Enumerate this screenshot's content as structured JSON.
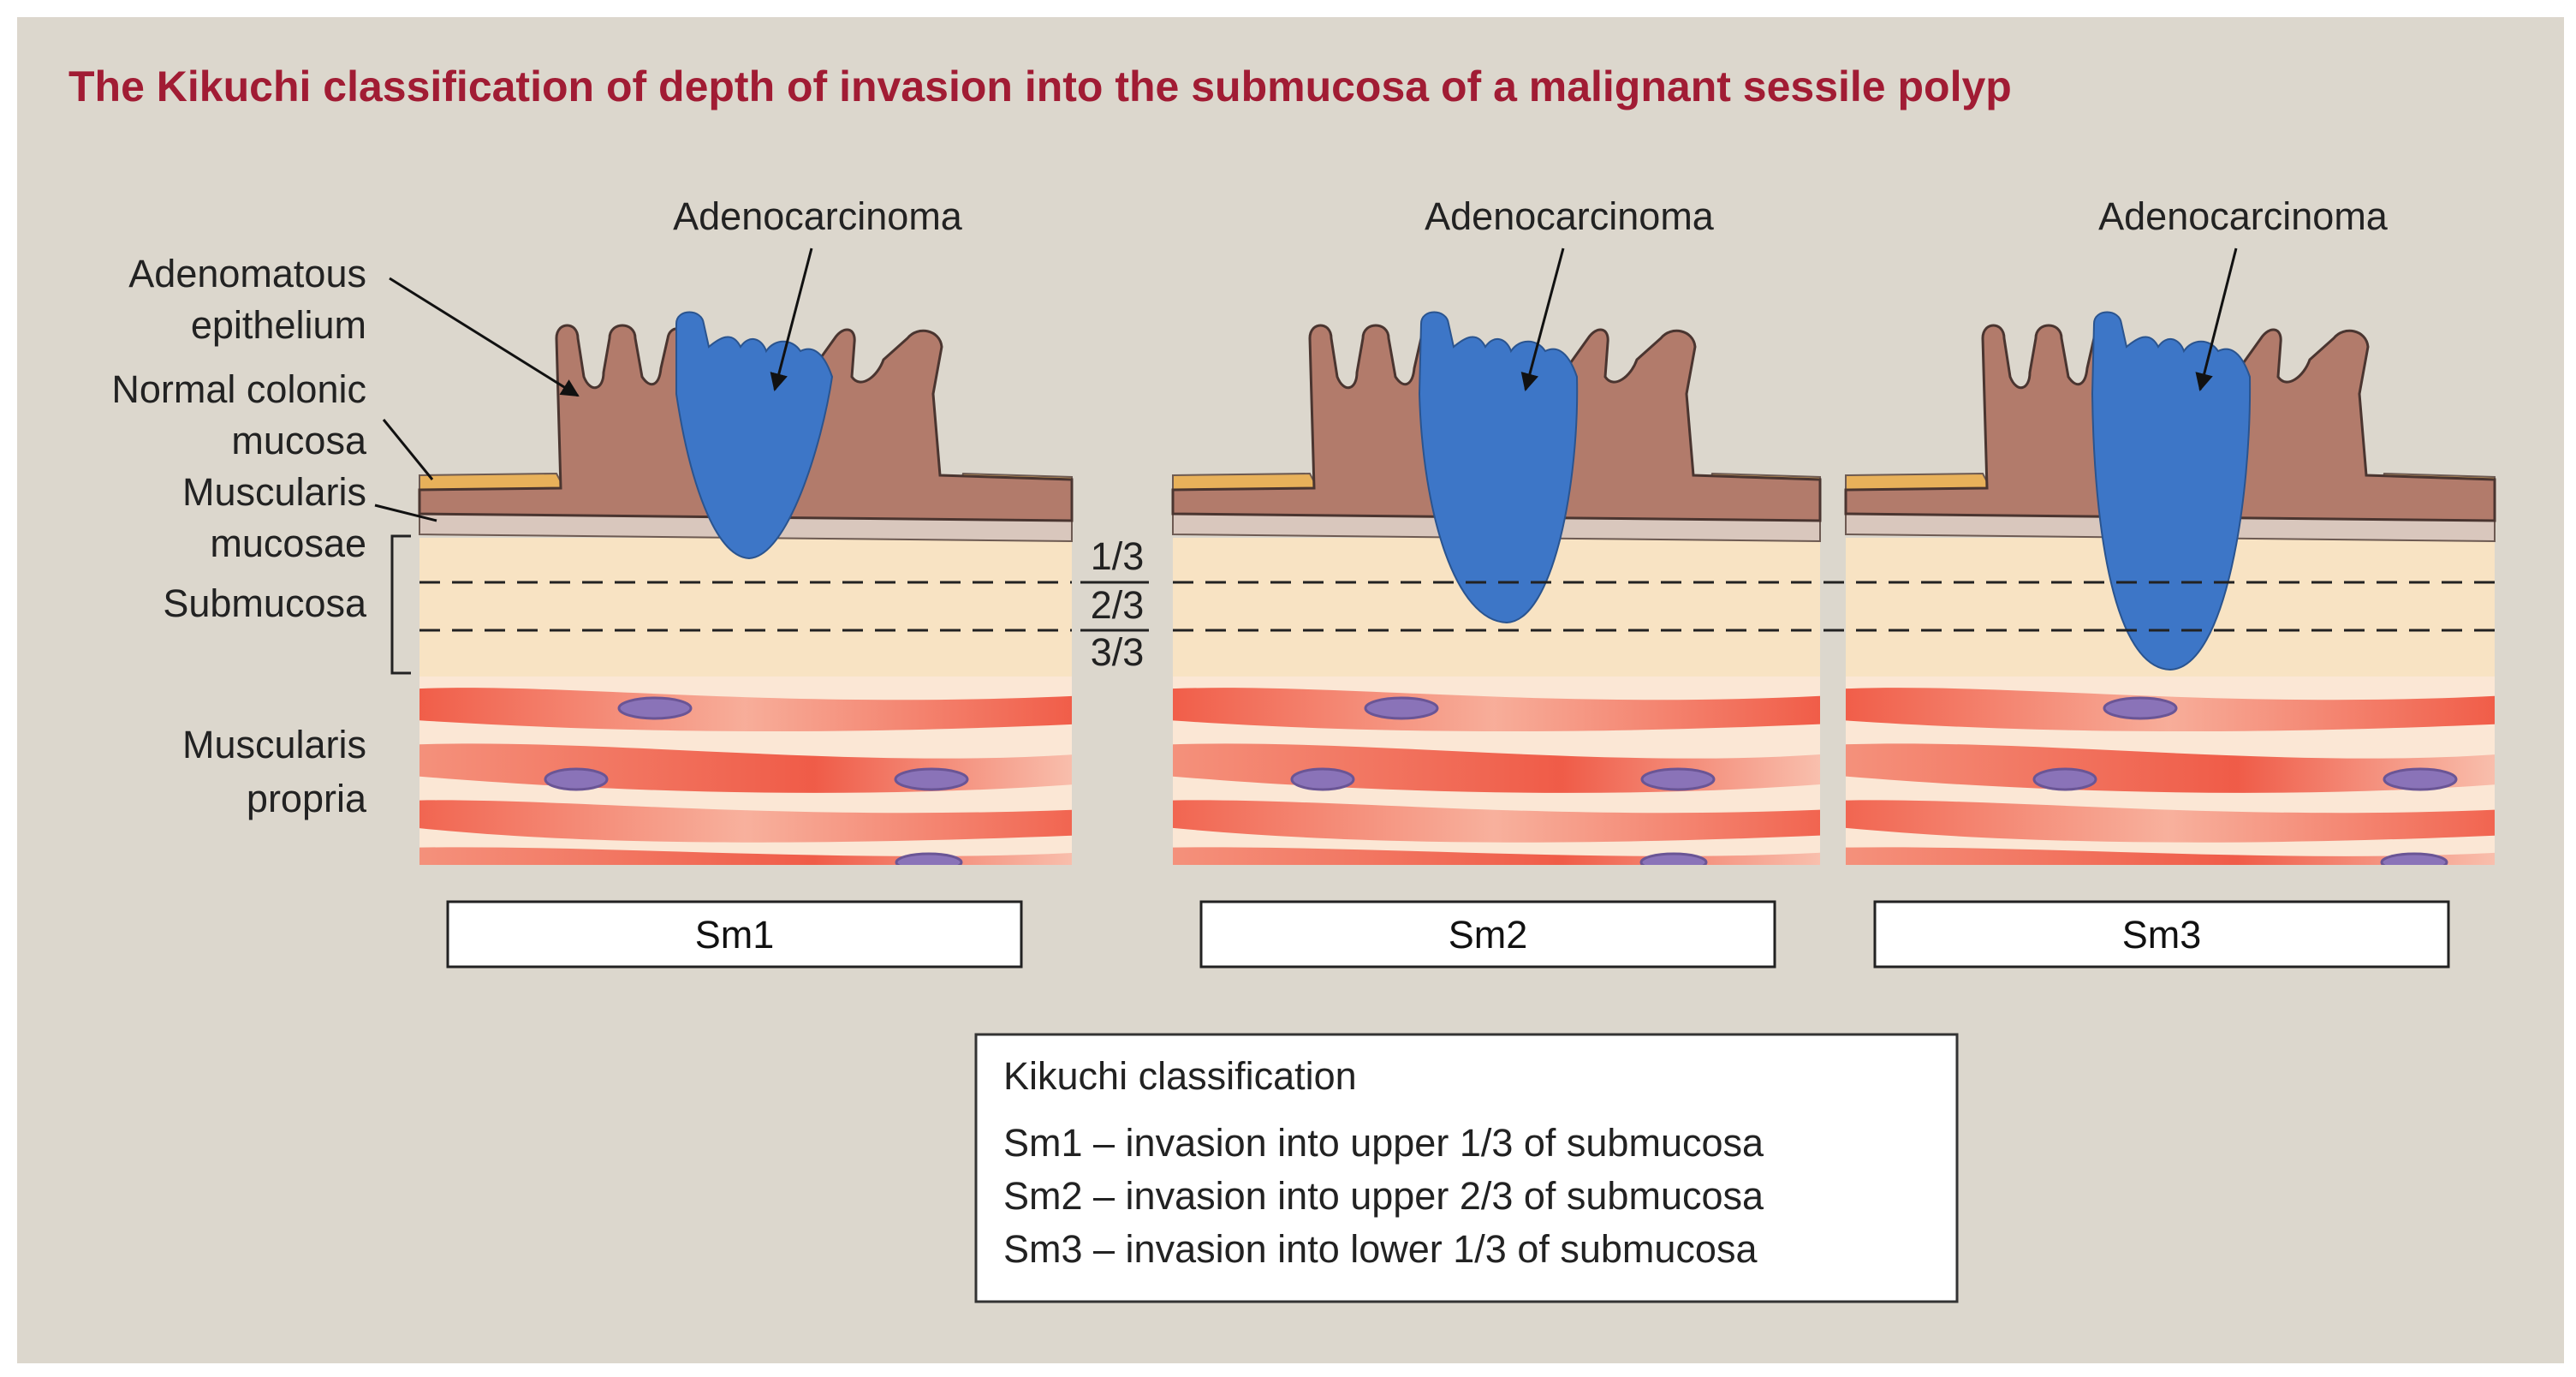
{
  "title": "The Kikuchi classification of depth of invasion into the submucosa of a malignant sessile polyp",
  "colors": {
    "background": "#dcd7cd",
    "title": "#a11c34",
    "adenoma": "#b27b6b",
    "adenocarcinoma": "#3d76c7",
    "normal_mucosa": "#e8b15a",
    "muscularis_mucosae": "#d9c7bd",
    "submucosa": "#f8e3c3",
    "muscle_fiber": "#ef5a45",
    "muscle_light": "#fbe7d5",
    "nucleus": "#8a73b8"
  },
  "labels": {
    "adenomatous_1": "Adenomatous",
    "adenomatous_2": "epithelium",
    "normal_1": "Normal colonic",
    "normal_2": "mucosa",
    "musc_muc_1": "Muscularis",
    "musc_muc_2": "mucosae",
    "submucosa": "Submucosa",
    "musc_prop_1": "Muscularis",
    "musc_prop_2": "propria",
    "adenocarcinoma": "Adenocarcinoma"
  },
  "depth_marks": [
    "1/3",
    "2/3",
    "3/3"
  ],
  "stages": [
    "Sm1",
    "Sm2",
    "Sm3"
  ],
  "legend": {
    "heading": "Kikuchi classification",
    "lines": [
      "Sm1 – invasion into upper 1/3 of submucosa",
      "Sm2 – invasion into upper 2/3 of submucosa",
      "Sm3 – invasion into lower 1/3 of submucosa"
    ]
  }
}
